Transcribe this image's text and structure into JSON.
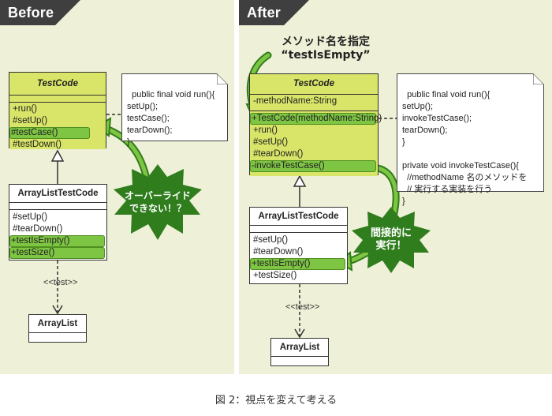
{
  "before": {
    "tab_label": "Before",
    "testcode": {
      "name": "TestCode",
      "ops": [
        "+run()",
        "#setUp()",
        "#testCase()",
        "#testDown()"
      ]
    },
    "note_lines": "public final void run(){\nsetUp();\ntestCase();\ntearDown();\n}",
    "subclass": {
      "name": "ArrayListTestCode",
      "ops": [
        "#setUp()",
        "#tearDown()",
        "+testIsEmpty()",
        "+testSize()"
      ]
    },
    "stereotype": "<<test>>",
    "dependency": "ArrayList",
    "burst_label": "オーバーライド\nできない！？"
  },
  "after": {
    "tab_label": "After",
    "callout": "メソッド名を指定\n“testIsEmpty”",
    "testcode": {
      "name": "TestCode",
      "attr": "-methodName:String",
      "ops": [
        "+TestCode(methodName:String)",
        "+run()",
        "#setUp()",
        "#tearDown()",
        "-invokeTestCase()"
      ]
    },
    "note_lines": "public final void run(){\nsetUp();\ninvokeTestCase();\ntearDown();\n}\n\nprivate void invokeTestCase(){\n  //methodName 名のメソッドを\n  // 実行する実装を行う\n}",
    "subclass": {
      "name": "ArrayListTestCode",
      "ops": [
        "#setUp()",
        "#tearDown()",
        "+testIsEmpty()",
        "+testSize()"
      ]
    },
    "stereotype": "<<test>>",
    "dependency": "ArrayList",
    "burst_label": "間接的に\n実行！"
  },
  "caption": "図 2：視点を変えて考える",
  "colors": {
    "panel": "#eef0d7",
    "class_fill": "#d9e568",
    "highlight": "#7ec543",
    "burst": "#2f7d1c",
    "tab": "#3f3f3f"
  }
}
